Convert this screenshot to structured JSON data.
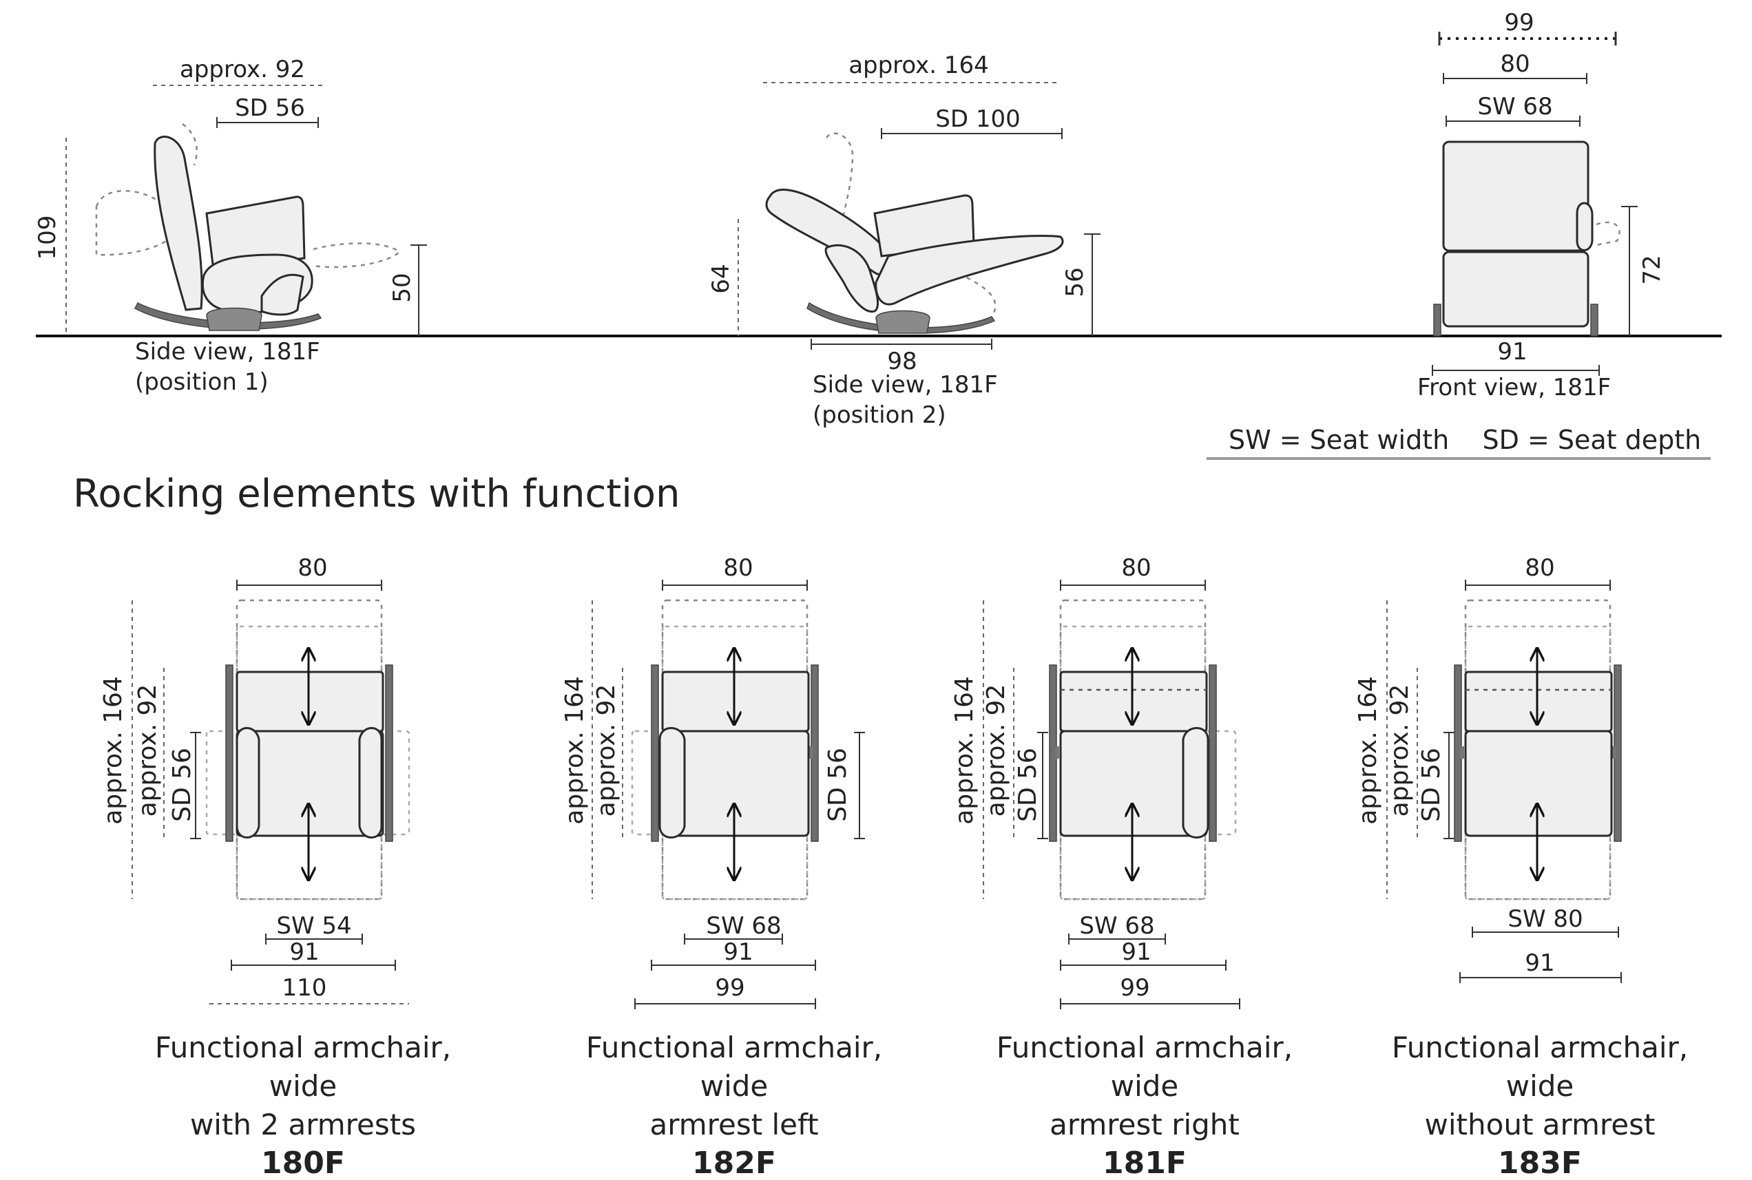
{
  "top_views": {
    "pos1": {
      "width_label": "approx. 92",
      "depth_label": "SD  56",
      "height_label": "109",
      "seat_height_label": "50",
      "caption_line1": "Side view, 181F",
      "caption_line2": "(position 1)"
    },
    "pos2": {
      "width_label": "approx. 164",
      "depth_label": "SD  100",
      "height_label": "64",
      "seat_height_label": "56",
      "base_label": "98",
      "caption_line1": "Side view, 181F",
      "caption_line2": "(position 2)"
    },
    "front": {
      "outer_label": "99",
      "width_label": "80",
      "seat_width_label": "SW 68",
      "height_label": "72",
      "base_label": "91",
      "caption": "Front view, 181F"
    },
    "legend": "SW = Seat width    SD = Seat depth"
  },
  "section_title": "Rocking elements with function",
  "models": [
    {
      "top_label": "80",
      "len_label": "approx. 164",
      "len2_label": "approx. 92",
      "sd_label": "SD 56",
      "sw_label": "SW 54",
      "w91_label": "91",
      "outer_label": "110",
      "caption_line1": "Functional armchair,",
      "caption_line2": "wide",
      "caption_line3": "with 2 armrests",
      "model_code": "180F"
    },
    {
      "top_label": "80",
      "len_label": "approx. 164",
      "len2_label": "approx. 92",
      "sd_label": "SD 56",
      "sw_label": "SW 68",
      "w91_label": "91",
      "outer_label": "99",
      "caption_line1": "Functional armchair,",
      "caption_line2": "wide",
      "caption_line3": "armrest left",
      "model_code": "182F"
    },
    {
      "top_label": "80",
      "len_label": "approx. 164",
      "len2_label": "approx. 92",
      "sd_label": "SD 56",
      "sw_label": "SW 68",
      "w91_label": "91",
      "outer_label": "99",
      "caption_line1": "Functional armchair,",
      "caption_line2": "wide",
      "caption_line3": "armrest right",
      "model_code": "181F"
    },
    {
      "top_label": "80",
      "len_label": "approx. 164",
      "len2_label": "approx. 92",
      "sd_label": "SD 56",
      "sw_label": "SW 80",
      "w91_label": "91",
      "caption_line1": "Functional armchair,",
      "caption_line2": "wide",
      "caption_line3": "without armrest",
      "model_code": "183F"
    }
  ]
}
